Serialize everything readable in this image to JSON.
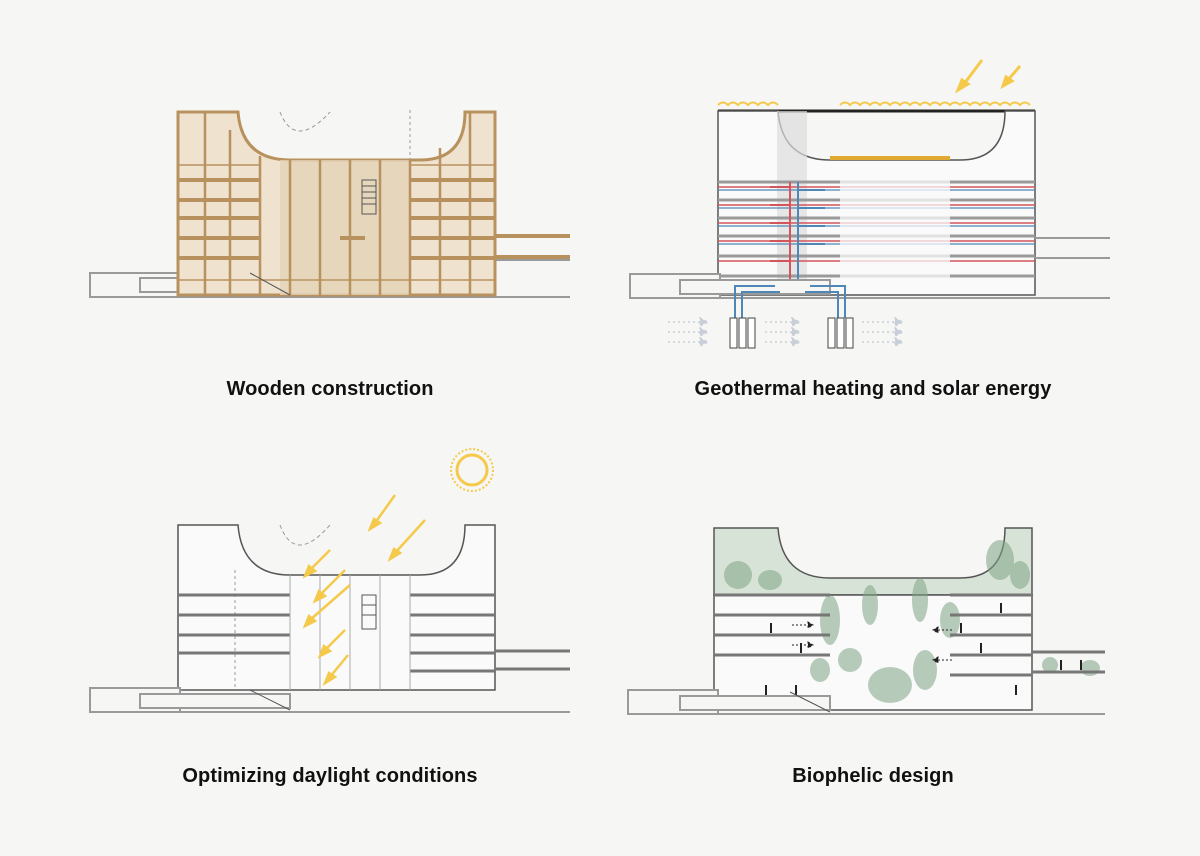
{
  "panels": [
    {
      "caption": "Wooden construction"
    },
    {
      "caption": "Geothermal heating and solar energy"
    },
    {
      "caption": "Optimizing daylight conditions"
    },
    {
      "caption": "Biophelic design"
    }
  ],
  "colors": {
    "background": "#f6f6f4",
    "outline": "#555555",
    "ground": "#9a9a9a",
    "wood": "#b8925e",
    "wood_fill": "#efe3cf",
    "sun": "#f5c94a",
    "heat_red": "#d2555b",
    "geo_blue": "#4f88b8",
    "green": "#7fa487",
    "caption": "#111111"
  },
  "icons": [
    "sun-icon",
    "sun-ray-arrow-icon",
    "person-icon",
    "solar-panel-icon"
  ]
}
